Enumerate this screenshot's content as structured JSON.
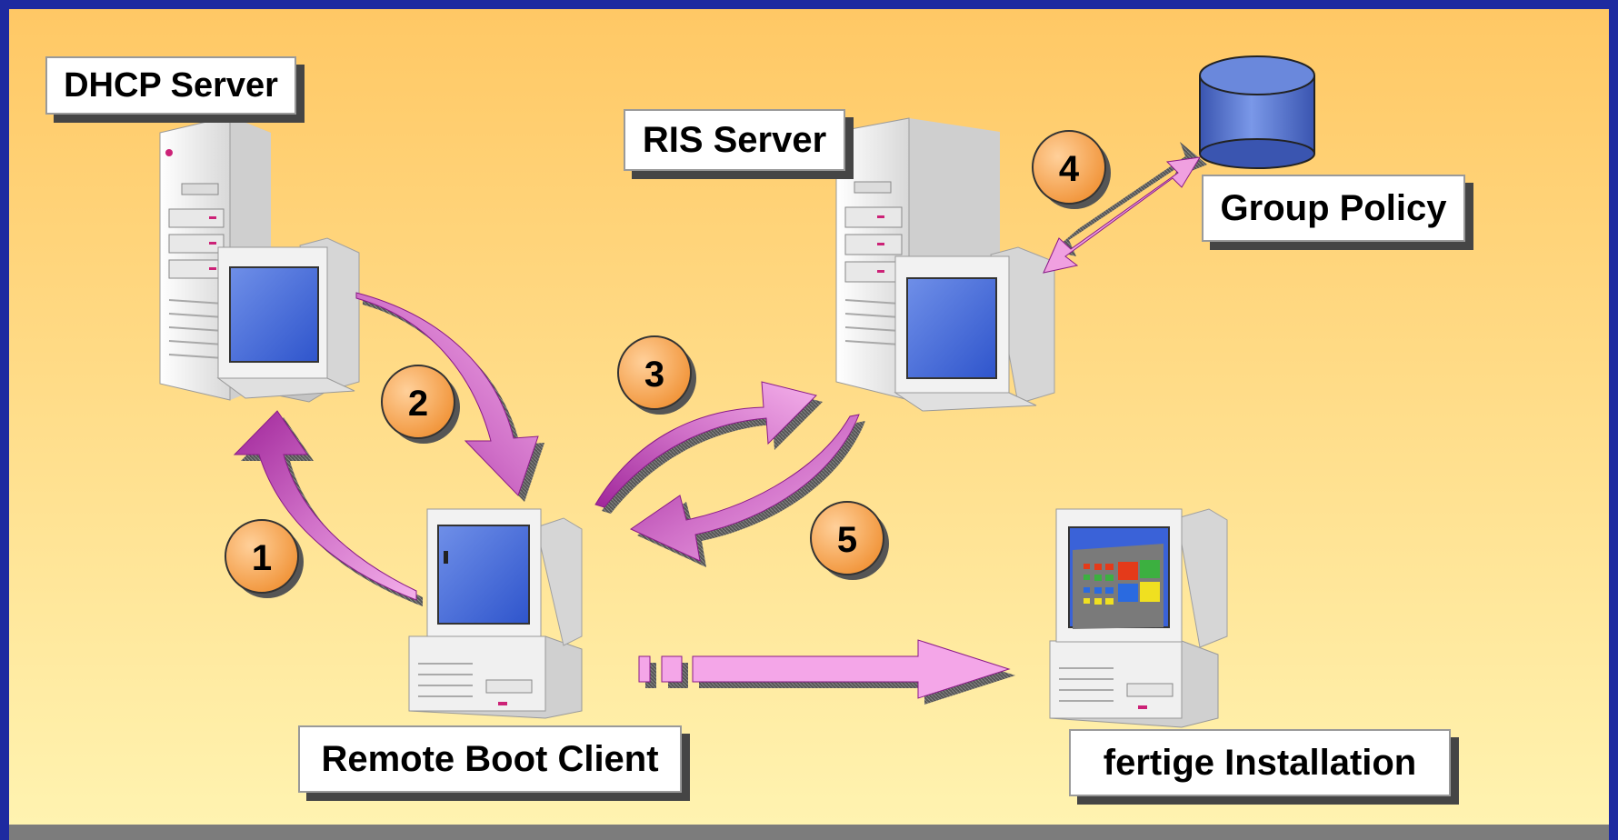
{
  "diagram": {
    "labels": {
      "dhcp_server": "DHCP Server",
      "ris_server": "RIS Server",
      "group_policy": "Group Policy",
      "remote_boot_client": "Remote Boot Client",
      "finished_install": "fertige Installation"
    },
    "steps": [
      "1",
      "2",
      "3",
      "4",
      "5"
    ]
  },
  "colors": {
    "background_top": "#ffc865",
    "background_bottom": "#fff3b0",
    "frame": "#1e2aa0",
    "arrow": "#e080d0",
    "arrow_dark": "#a02a98",
    "badge": "#f09a40",
    "database": "#5577cc",
    "screen": "#3a62d8"
  },
  "icons": [
    "server-tower-icon",
    "monitor-icon",
    "desktop-computer-icon",
    "database-icon",
    "windows-logo-icon"
  ]
}
